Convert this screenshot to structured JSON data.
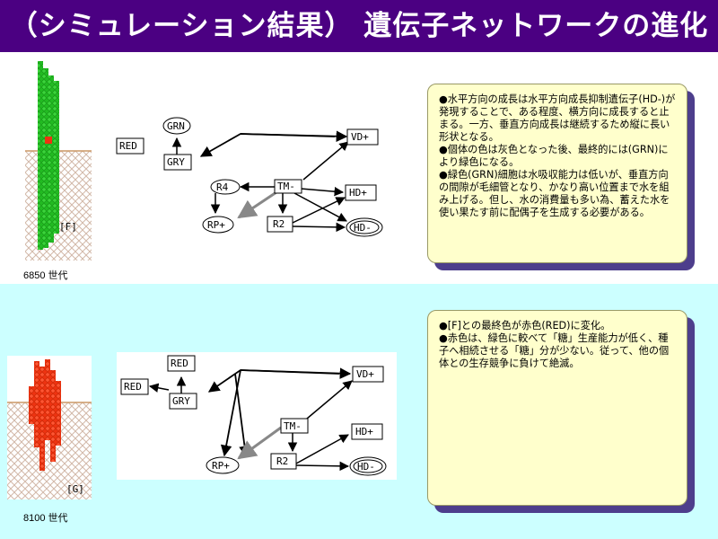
{
  "title": "（シミュレーション結果） 遺伝子ネットワークの進化",
  "colors": {
    "title_bg": "#4b0082",
    "plant_green": "#22bb22",
    "plant_red": "#ee3311",
    "note_bg": "#ffffcc",
    "cyan_band": "#ccffff"
  },
  "top": {
    "generation": "6850 世代",
    "plant_tag": "[F]",
    "nodes": {
      "grn": "GRN",
      "gry": "GRY",
      "red": "RED",
      "vd": "VD+",
      "r4": "R4",
      "tm": "TM-",
      "hdp": "HD+",
      "rp": "RP+",
      "r2": "R2",
      "hdm": "HD-"
    },
    "note": [
      "●水平方向の成長は水平方向成長抑制遺伝子(HD-)が発現することで、ある程度、横方向に成長すると止まる。一方、垂直方向成長は継続するため縦に長い形状となる。",
      "●個体の色は灰色となった後、最終的には(GRN)により緑色になる。",
      "●緑色(GRN)細胞は水吸収能力は低いが、垂直方向の間隙が毛細管となり、かなり高い位置まで水を組み上げる。但し、水の消費量も多い為、蓄えた水を使い果たす前に配偶子を生成する必要がある。"
    ]
  },
  "bottom": {
    "generation": "8100 世代",
    "plant_tag": "[G]",
    "nodes": {
      "red_top": "RED",
      "red_left": "RED",
      "gry": "GRY",
      "vd": "VD+",
      "tm": "TM-",
      "hdp": "HD+",
      "rp": "RP+",
      "r2": "R2",
      "hdm": "HD-"
    },
    "note": [
      "●[F]との最終色が赤色(RED)に変化。",
      "●赤色は、緑色に較べて「糖」生産能力が低く、種子へ相続させる「糖」分が少ない。従って、他の個体との生存競争に負けて絶滅。"
    ]
  }
}
